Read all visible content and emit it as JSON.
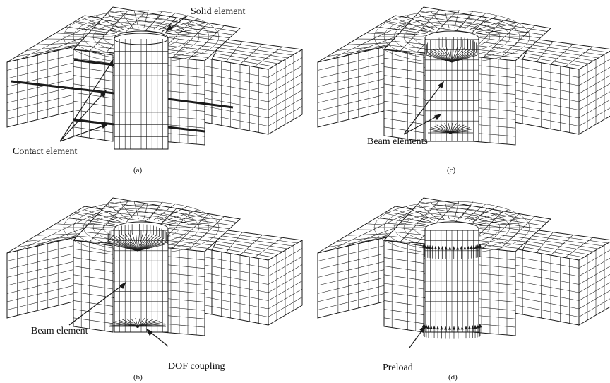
{
  "panels": [
    {
      "id": "a",
      "caption": "(a)",
      "labels": [
        "Solid element",
        "Contact element"
      ]
    },
    {
      "id": "b",
      "caption": "(b)",
      "labels": [
        "Beam element",
        "DOF coupling"
      ]
    },
    {
      "id": "c",
      "caption": "(c)",
      "labels": [
        "Beam elements"
      ]
    },
    {
      "id": "d",
      "caption": "(d)",
      "labels": [
        "Preload"
      ]
    }
  ],
  "colors": {
    "line": "#1a1a1a",
    "background": "#ffffff"
  }
}
